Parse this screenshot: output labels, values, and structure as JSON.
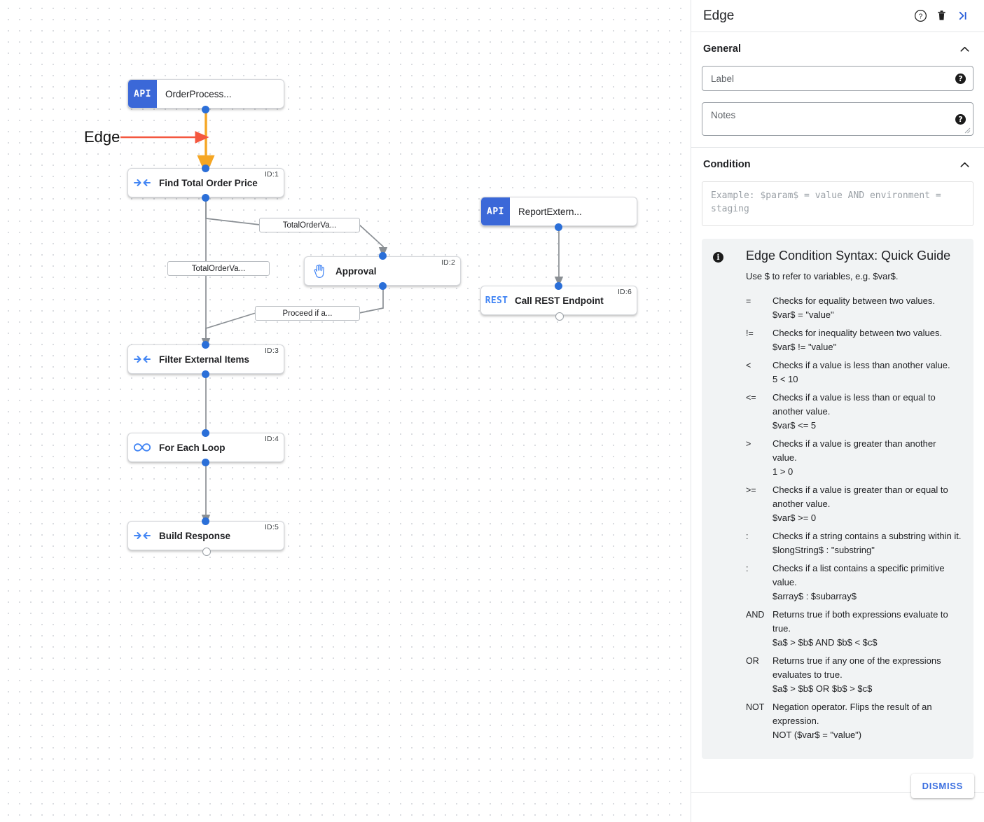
{
  "canvas": {
    "annotation": {
      "text": "Edge",
      "arrow_color": "#f4573f"
    },
    "highlighted_edge_color": "#f5a623",
    "nodes": [
      {
        "id": "start",
        "type": "api",
        "chip": "API",
        "label": "OrderProcess...",
        "id_badge": ""
      },
      {
        "id": "1",
        "type": "std",
        "icon": "merge-arrows-icon",
        "label": "Find Total Order Price",
        "id_badge": "ID:1"
      },
      {
        "id": "2",
        "type": "std",
        "icon": "hand-icon",
        "label": "Approval",
        "id_badge": "ID:2"
      },
      {
        "id": "3",
        "type": "std",
        "icon": "merge-arrows-icon",
        "label": "Filter External Items",
        "id_badge": "ID:3"
      },
      {
        "id": "4",
        "type": "std",
        "icon": "infinity-icon",
        "label": "For Each Loop",
        "id_badge": "ID:4"
      },
      {
        "id": "5",
        "type": "std",
        "icon": "merge-arrows-icon",
        "label": "Build Response",
        "id_badge": "ID:5"
      },
      {
        "id": "report",
        "type": "api",
        "chip": "API",
        "label": "ReportExtern...",
        "id_badge": ""
      },
      {
        "id": "6",
        "type": "rest",
        "chip": "REST",
        "label": "Call REST Endpoint",
        "id_badge": "ID:6"
      }
    ],
    "edge_labels": [
      {
        "key": "toApproval",
        "text": "TotalOrderVa..."
      },
      {
        "key": "toFilterDirect",
        "text": "TotalOrderVa..."
      },
      {
        "key": "fromApproval",
        "text": "Proceed if a..."
      }
    ]
  },
  "panel": {
    "title": "Edge",
    "header_icons": [
      {
        "name": "help-icon",
        "glyph": "?"
      },
      {
        "name": "delete-icon",
        "glyph": "trash"
      },
      {
        "name": "collapse-panel-icon",
        "glyph": ">|"
      }
    ],
    "general": {
      "title": "General",
      "label_field": {
        "placeholder": "Label",
        "value": ""
      },
      "notes_field": {
        "placeholder": "Notes",
        "value": ""
      }
    },
    "condition": {
      "title": "Condition",
      "placeholder": "Example: $param$ = value AND environment = staging",
      "value": ""
    },
    "guide": {
      "title": "Edge Condition Syntax: Quick Guide",
      "subtitle": "Use $ to refer to variables, e.g. $var$.",
      "operators": [
        {
          "symbol": "=",
          "desc": "Checks for equality between two values.",
          "example": "$var$ = \"value\""
        },
        {
          "symbol": "!=",
          "desc": "Checks for inequality between two values.",
          "example": "$var$ != \"value\""
        },
        {
          "symbol": "<",
          "desc": "Checks if a value is less than another value.",
          "example": "5 < 10"
        },
        {
          "symbol": "<=",
          "desc": "Checks if a value is less than or equal to another value.",
          "example": "$var$ <= 5"
        },
        {
          "symbol": ">",
          "desc": "Checks if a value is greater than another value.",
          "example": "1 > 0"
        },
        {
          "symbol": ">=",
          "desc": "Checks if a value is greater than or equal to another value.",
          "example": "$var$ >= 0"
        },
        {
          "symbol": ":",
          "desc": "Checks if a string contains a substring within it.",
          "example": "$longString$ : \"substring\""
        },
        {
          "symbol": ":",
          "desc": "Checks if a list contains a specific primitive value.",
          "example": "$array$ : $subarray$"
        },
        {
          "symbol": "AND",
          "desc": "Returns true if both expressions evaluate to true.",
          "example": "$a$ > $b$ AND $b$ < $c$"
        },
        {
          "symbol": "OR",
          "desc": "Returns true if any one of the expressions evaluates to true.",
          "example": "$a$ > $b$ OR $b$ > $c$"
        },
        {
          "symbol": "NOT",
          "desc": "Negation operator. Flips the result of an expression.",
          "example": "NOT ($var$ = \"value\")"
        }
      ]
    },
    "footer": {
      "dismiss_label": "DISMISS",
      "dismiss_color": "#3b6fe0"
    }
  }
}
